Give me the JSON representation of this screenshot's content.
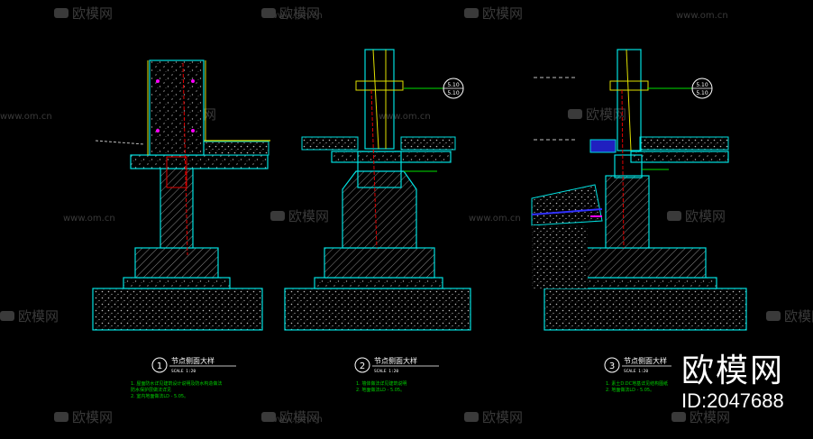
{
  "colors": {
    "background": "#000000",
    "concrete_outline": "#00e0e0",
    "rebar": "#e00000",
    "finish_layer": "#e0e000",
    "leader": "#00e000",
    "hatch": "#bdbdbd",
    "watermark": "#3a3a3a",
    "note_text": "#00d000",
    "waterproof": "#3030ff",
    "membrane": "#ff00ff"
  },
  "watermark": {
    "logo_text": "欧模网",
    "url_text": "www.om.cn",
    "logo_icon": "sofa-icon"
  },
  "details": [
    {
      "number": "1",
      "title": "节点侧面大样",
      "scale": "SCALE      1:20",
      "notes": [
        "1. 屋面防水详见建筑设计说明及防水构造做法",
        "   防水保护层做法详见",
        "2. 室内地面做法LD - 5.05。"
      ]
    },
    {
      "number": "2",
      "title": "节点侧面大样",
      "scale": "SCALE      1:20",
      "notes": [
        "1. 墙体做法详见建筑说明",
        "2. 地面做法LD - 5.05。"
      ]
    },
    {
      "number": "3",
      "title": "节点侧面大样",
      "scale": "SCALE      1:20",
      "notes": [
        "1. 素土D.DC地基详见结构图纸",
        "2. 地面做法LD - 5.05。"
      ]
    }
  ],
  "callouts": [
    {
      "top": "5.10",
      "bottom": "5.10"
    },
    {
      "top": "5.10",
      "bottom": "5.10"
    }
  ],
  "branding": {
    "name": "欧模网",
    "id_text": "ID:2047688"
  }
}
